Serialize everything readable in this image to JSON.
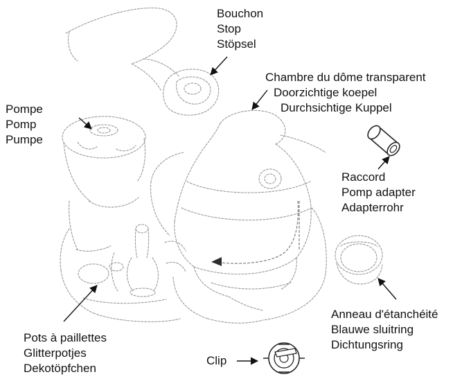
{
  "labels": {
    "stopper": [
      "Bouchon",
      "Stop",
      "Stöpsel"
    ],
    "dome": [
      "Chambre du dôme transparent",
      "Doorzichtige koepel",
      "Durchsichtige Kuppel"
    ],
    "pump": [
      "Pompe",
      "Pomp",
      "Pumpe"
    ],
    "adapter": [
      "Raccord",
      "Pomp adapter",
      "Adapterrohr"
    ],
    "glitter_pots": [
      "Pots à paillettes",
      "Glitterpotjes",
      "Dekotöpfchen"
    ],
    "seal_ring": [
      "Anneau d'étanchéité",
      "Blauwe sluitring",
      "Dichtungsring"
    ],
    "clip": "Clip"
  },
  "colors": {
    "text": "#111111",
    "sketch_line": "#9a9a9a",
    "arrow": "#111111"
  }
}
